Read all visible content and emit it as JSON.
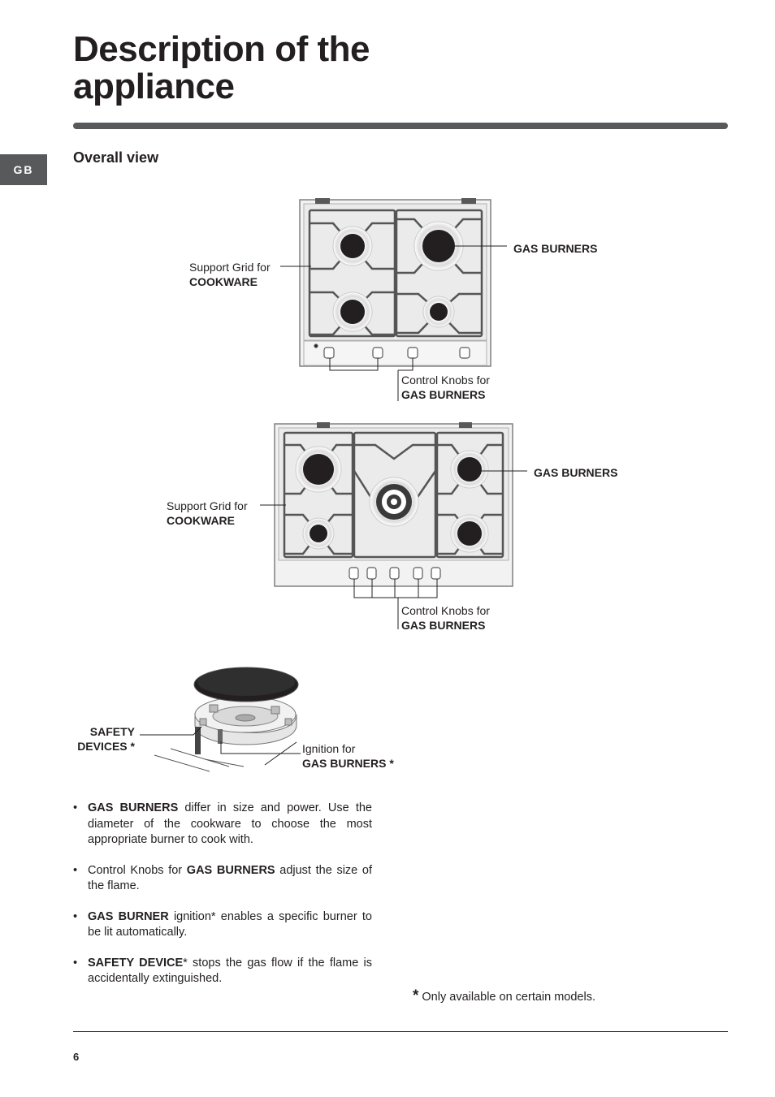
{
  "header": {
    "title_line1": "Description of the",
    "title_line2": "appliance",
    "lang_tab": "GB"
  },
  "section_heading": "Overall view",
  "figure1": {
    "support_grid_label": "Support Grid for",
    "support_grid_bold": "COOKWARE",
    "gas_burners_label": "GAS BURNERS",
    "knobs_label": "Control Knobs for",
    "knobs_bold": "GAS BURNERS"
  },
  "figure2": {
    "support_grid_label": "Support Grid for",
    "support_grid_bold": "COOKWARE",
    "gas_burners_label": "GAS BURNERS",
    "knobs_label": "Control Knobs for",
    "knobs_bold": "GAS BURNERS"
  },
  "figure3": {
    "safety_label_line1": "SAFETY",
    "safety_label_line2": "DEVICES *",
    "ignition_label": "Ignition for",
    "ignition_bold": "GAS BURNERS *"
  },
  "bullets": [
    {
      "bold": "GAS BURNERS",
      "text": " differ in size and power. Use the diameter of the cookware to choose the most appropriate burner to cook with."
    },
    {
      "pre": "Control Knobs for ",
      "bold": "GAS BURNERS",
      "text": " adjust the size of the flame."
    },
    {
      "bold": "GAS BURNER",
      "text": " ignition* enables a specific burner to be lit automatically."
    },
    {
      "bold": "SAFETY DEVICE",
      "text": "* stops the gas flow if the flame is accidentally extinguished."
    }
  ],
  "footnote": {
    "star": "*",
    "text": "Only available on certain models."
  },
  "page_number": "6",
  "colors": {
    "dark_gray": "#58595b",
    "text": "#231f20",
    "burner": "#231f20",
    "hob_surface": "#f2f2f2"
  }
}
